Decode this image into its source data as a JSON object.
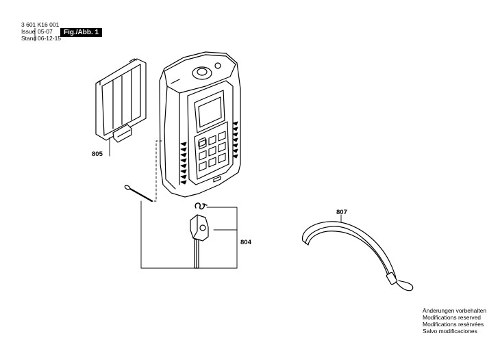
{
  "header": {
    "part_number": "3 601 K16 001",
    "issue_label": "Issue",
    "issue_value": "05-07",
    "stand_label": "Stand",
    "stand_value": "06-12-15",
    "figure_badge": "Fig./Abb. 1"
  },
  "parts": [
    {
      "id": "805"
    },
    {
      "id": "804"
    },
    {
      "id": "807"
    }
  ],
  "notes": [
    "Änderungen vorbehalten",
    "Modifications reserved",
    "Modifications resèrvées",
    "Salvo modificaciones"
  ]
}
